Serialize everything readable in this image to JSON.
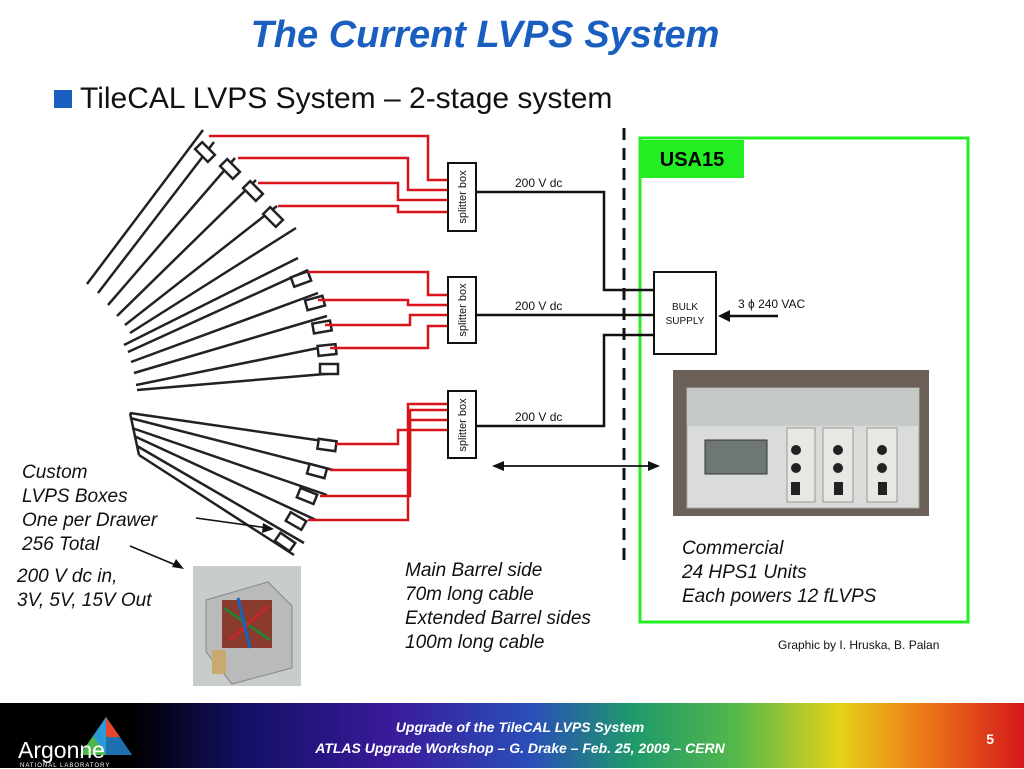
{
  "title": "The Current LVPS System",
  "bullet": "TileCAL LVPS System – 2-stage system",
  "usa15_label": "USA15",
  "splitter_label": "splitter box",
  "dc_labels": [
    "200 V dc",
    "200 V dc",
    "200 V dc"
  ],
  "bulk_supply": [
    "BULK",
    "SUPPLY"
  ],
  "ac_input": "3 ϕ  240 VAC",
  "annotations": {
    "custom": [
      "Custom",
      "LVPS Boxes",
      "One per Drawer",
      "256 Total"
    ],
    "dc_in": [
      "200 V dc in,",
      "3V, 5V, 15V Out"
    ],
    "cable": [
      "Main Barrel side",
      "70m long cable",
      "Extended Barrel sides",
      "100m long cable"
    ],
    "commercial": [
      "Commercial",
      "24 HPS1 Units",
      "Each powers 12 fLVPS"
    ]
  },
  "credit": "Graphic by I. Hruska, B. Palan",
  "footer": {
    "line1": "Upgrade of the TileCAL LVPS System",
    "line2": "ATLAS Upgrade Workshop – G. Drake – Feb. 25, 2009  – CERN",
    "page": "5",
    "logo_name": "Argonne",
    "logo_sub": "NATIONAL LABORATORY"
  },
  "colors": {
    "title": "#1a5fbf",
    "wire_red": "#d8141a",
    "usa15_green": "#22ee22",
    "divider": "#111111"
  }
}
